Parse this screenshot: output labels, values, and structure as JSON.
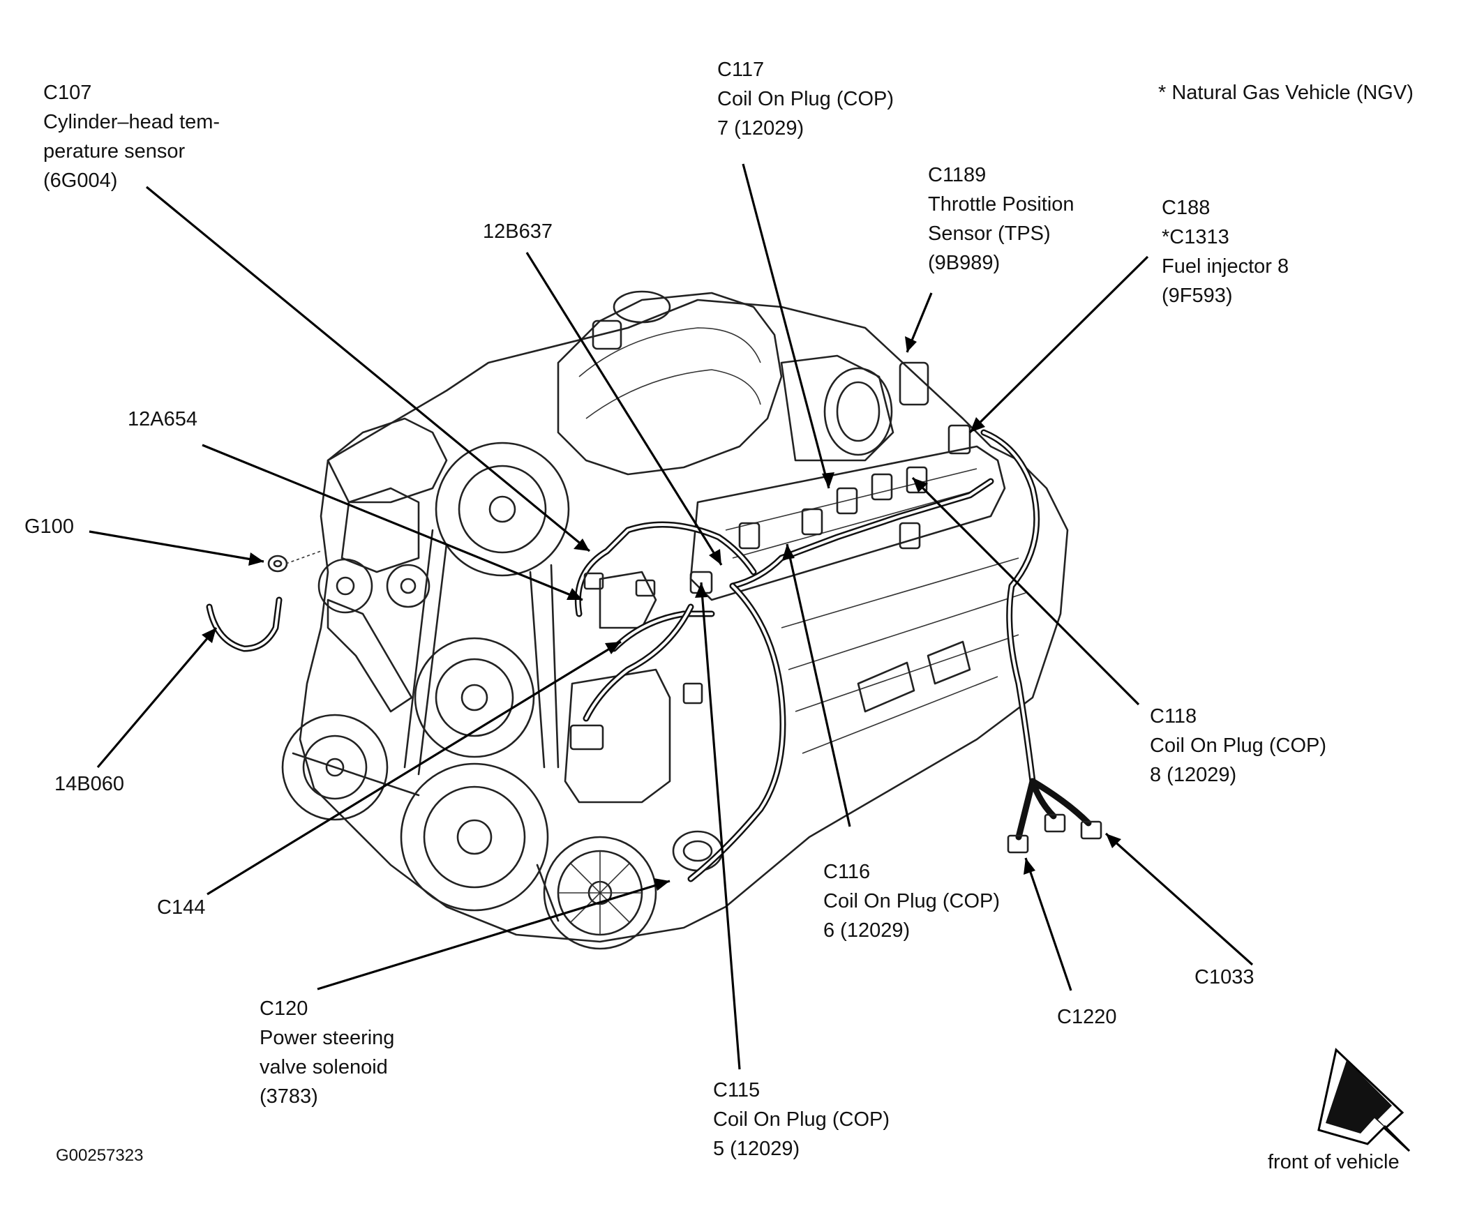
{
  "diagram": {
    "note": "* Natural Gas Vehicle (NGV)",
    "figure_id": "G00257323",
    "orientation_label": "front of vehicle",
    "callouts": [
      {
        "id": "c107",
        "lines": [
          "C107",
          "Cylinder–head tem-",
          "perature sensor",
          "(6G004)"
        ]
      },
      {
        "id": "c117",
        "lines": [
          "C117",
          "Coil On Plug (COP)",
          "7 (12029)"
        ]
      },
      {
        "id": "c1189",
        "lines": [
          "C1189",
          "Throttle Position",
          "Sensor (TPS)",
          "(9B989)"
        ]
      },
      {
        "id": "c188",
        "lines": [
          "C188",
          "*C1313",
          "Fuel injector 8",
          "(9F593)"
        ]
      },
      {
        "id": "12b637",
        "lines": [
          "12B637"
        ]
      },
      {
        "id": "12a654",
        "lines": [
          "12A654"
        ]
      },
      {
        "id": "g100",
        "lines": [
          "G100"
        ]
      },
      {
        "id": "14b060",
        "lines": [
          "14B060"
        ]
      },
      {
        "id": "c144",
        "lines": [
          "C144"
        ]
      },
      {
        "id": "c118",
        "lines": [
          "C118",
          "Coil On Plug (COP)",
          "8 (12029)"
        ]
      },
      {
        "id": "c116",
        "lines": [
          "C116",
          "Coil On Plug (COP)",
          "6 (12029)"
        ]
      },
      {
        "id": "c120",
        "lines": [
          "C120",
          "Power steering",
          "valve solenoid",
          "(3783)"
        ]
      },
      {
        "id": "c115",
        "lines": [
          "C115",
          "Coil On Plug (COP)",
          "5 (12029)"
        ]
      },
      {
        "id": "c1220",
        "lines": [
          "C1220"
        ]
      },
      {
        "id": "c1033",
        "lines": [
          "C1033"
        ]
      }
    ]
  }
}
